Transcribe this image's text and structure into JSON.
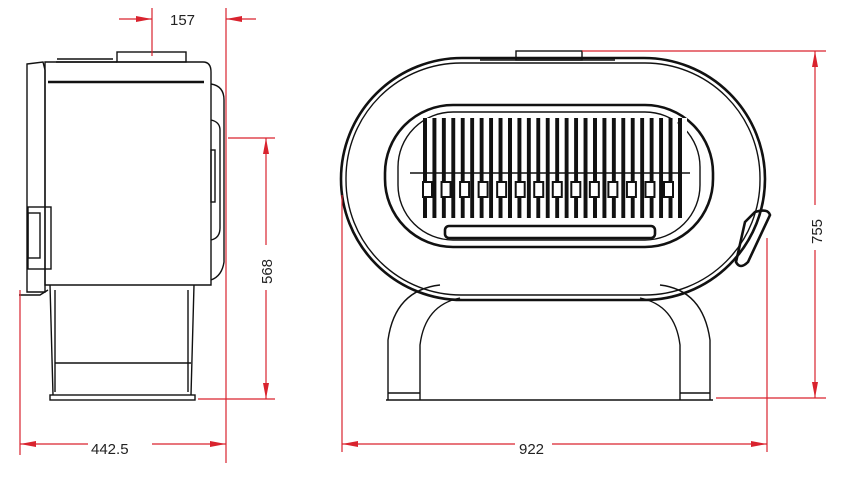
{
  "title": "Stove dimension drawing",
  "colors": {
    "dimension_line": "#d9232e",
    "outline": "#111111"
  },
  "dimensions": {
    "flue_offset": "157",
    "flue_height": "568",
    "depth": "442.5",
    "width": "922",
    "height": "755"
  },
  "grate_bar_count": 28,
  "grate_clip_count": 14
}
